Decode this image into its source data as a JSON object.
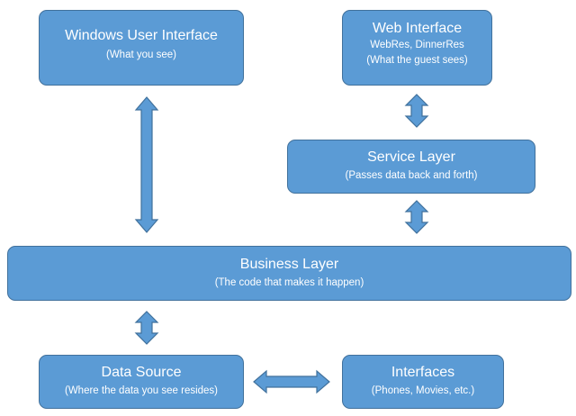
{
  "boxes": {
    "windows_ui": {
      "title": "Windows User Interface",
      "lines": [
        "(What you see)"
      ]
    },
    "web": {
      "title": "Web Interface",
      "lines": [
        "WebRes, DinnerRes",
        "(What the guest sees)"
      ]
    },
    "service": {
      "title": "Service Layer",
      "lines": [
        "(Passes data back and forth)"
      ]
    },
    "business": {
      "title": "Business Layer",
      "lines": [
        "(The code that makes it happen)"
      ]
    },
    "data_source": {
      "title": "Data Source",
      "lines": [
        "(Where the data you see resides)"
      ]
    },
    "interfaces": {
      "title": "Interfaces",
      "lines": [
        "(Phones, Movies, etc.)"
      ]
    }
  },
  "connections": [
    {
      "from": "windows_ui",
      "to": "business",
      "direction": "bidirectional"
    },
    {
      "from": "web",
      "to": "service",
      "direction": "bidirectional"
    },
    {
      "from": "service",
      "to": "business",
      "direction": "bidirectional"
    },
    {
      "from": "business",
      "to": "data_source",
      "direction": "bidirectional"
    },
    {
      "from": "data_source",
      "to": "interfaces",
      "direction": "bidirectional"
    }
  ],
  "colors": {
    "box_fill": "#5b9bd5",
    "box_border": "#41719c",
    "text": "#ffffff"
  }
}
